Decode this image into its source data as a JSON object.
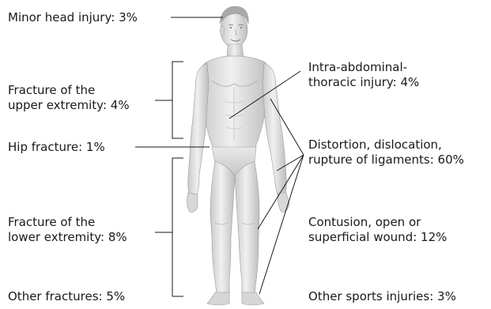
{
  "labels": {
    "minor_head_injury": "Minor head injury: 3%",
    "fracture_upper": [
      "Fracture of the",
      "upper extremity: 4%"
    ],
    "hip_fracture": "Hip fracture: 1%",
    "fracture_lower": [
      "Fracture of the",
      "lower extremity: 8%"
    ],
    "other_fractures": "Other fractures: 5%",
    "intra_abdominal": [
      "Intra-abdominal-",
      "thoracic injury: 4%"
    ],
    "distortion": [
      "Distortion, dislocation,",
      "rupture of ligaments: 60%"
    ],
    "contusion": [
      "Contusion, open or",
      "superficial wound: 12%"
    ],
    "other_sports": "Other sports injuries: 3%"
  },
  "colors": {
    "text": "#1a1a1a",
    "line": "#1a1a1a",
    "figure_light": "#ececec",
    "figure_shadow": "#b8b8b8",
    "hair": "#a9a9a9"
  },
  "figure": {
    "icon": "human-body-figure"
  }
}
